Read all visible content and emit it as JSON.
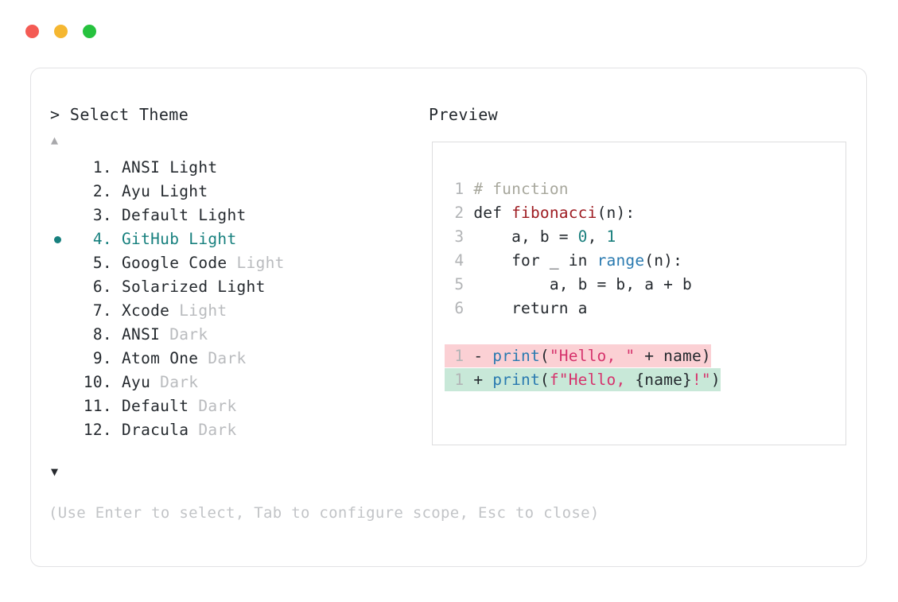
{
  "window": {
    "traffic_lights": [
      {
        "name": "close",
        "color": "#f45b54"
      },
      {
        "name": "minimize",
        "color": "#f5b731"
      },
      {
        "name": "maximize",
        "color": "#26c23e"
      }
    ]
  },
  "prompt": {
    "title": "> Select Theme",
    "scroll_up_icon": "▲",
    "scroll_down_icon": "▼",
    "selected_index": 4,
    "selected_bullet": "●",
    "accent_color": "#17807e"
  },
  "themes": [
    {
      "num": "1.",
      "name": "ANSI Light",
      "variant": "",
      "variant_dim": false,
      "selected": false
    },
    {
      "num": "2.",
      "name": "Ayu Light",
      "variant": "",
      "variant_dim": false,
      "selected": false
    },
    {
      "num": "3.",
      "name": "Default Light",
      "variant": "",
      "variant_dim": false,
      "selected": false
    },
    {
      "num": "4.",
      "name": "GitHub Light",
      "variant": "",
      "variant_dim": false,
      "selected": true
    },
    {
      "num": "5.",
      "name": "Google Code",
      "variant": "Light",
      "variant_dim": true,
      "selected": false
    },
    {
      "num": "6.",
      "name": "Solarized Light",
      "variant": "",
      "variant_dim": false,
      "selected": false
    },
    {
      "num": "7.",
      "name": "Xcode",
      "variant": "Light",
      "variant_dim": true,
      "selected": false
    },
    {
      "num": "8.",
      "name": "ANSI",
      "variant": "Dark",
      "variant_dim": true,
      "selected": false
    },
    {
      "num": "9.",
      "name": "Atom One",
      "variant": "Dark",
      "variant_dim": true,
      "selected": false
    },
    {
      "num": "10.",
      "name": "Ayu",
      "variant": "Dark",
      "variant_dim": true,
      "selected": false
    },
    {
      "num": "11.",
      "name": "Default",
      "variant": "Dark",
      "variant_dim": true,
      "selected": false
    },
    {
      "num": "12.",
      "name": "Dracula",
      "variant": "Dark",
      "variant_dim": true,
      "selected": false
    }
  ],
  "preview": {
    "title": "Preview",
    "code_lines": [
      {
        "num": "1",
        "tokens": [
          {
            "t": "# function",
            "c": "comment"
          }
        ]
      },
      {
        "num": "2",
        "tokens": [
          {
            "t": "def ",
            "c": "plain"
          },
          {
            "t": "fibonacci",
            "c": "fn"
          },
          {
            "t": "(n):",
            "c": "plain"
          }
        ]
      },
      {
        "num": "3",
        "tokens": [
          {
            "t": "    a, b = ",
            "c": "plain"
          },
          {
            "t": "0",
            "c": "num"
          },
          {
            "t": ", ",
            "c": "plain"
          },
          {
            "t": "1",
            "c": "num"
          }
        ]
      },
      {
        "num": "4",
        "tokens": [
          {
            "t": "    for _ in ",
            "c": "plain"
          },
          {
            "t": "range",
            "c": "builtin"
          },
          {
            "t": "(n):",
            "c": "plain"
          }
        ]
      },
      {
        "num": "5",
        "tokens": [
          {
            "t": "        a, b = b, a + b",
            "c": "plain"
          }
        ]
      },
      {
        "num": "6",
        "tokens": [
          {
            "t": "    return a",
            "c": "plain"
          }
        ]
      }
    ],
    "diff_lines": [
      {
        "num": "1",
        "mark": "-",
        "kind": "del",
        "bg": "#fbd0d4",
        "tokens": [
          {
            "t": "print",
            "c": "builtin"
          },
          {
            "t": "(",
            "c": "plain"
          },
          {
            "t": "\"Hello, \"",
            "c": "str"
          },
          {
            "t": " + name)",
            "c": "plain"
          }
        ]
      },
      {
        "num": "1",
        "mark": "+",
        "kind": "add",
        "bg": "#c8e8d8",
        "tokens": [
          {
            "t": "print",
            "c": "builtin"
          },
          {
            "t": "(",
            "c": "plain"
          },
          {
            "t": "f\"Hello, ",
            "c": "str"
          },
          {
            "t": "{name}",
            "c": "plain"
          },
          {
            "t": "!\"",
            "c": "str"
          },
          {
            "t": ")",
            "c": "plain"
          }
        ]
      }
    ]
  },
  "footer": {
    "hint": "(Use Enter to select, Tab to configure scope, Esc to close)"
  }
}
